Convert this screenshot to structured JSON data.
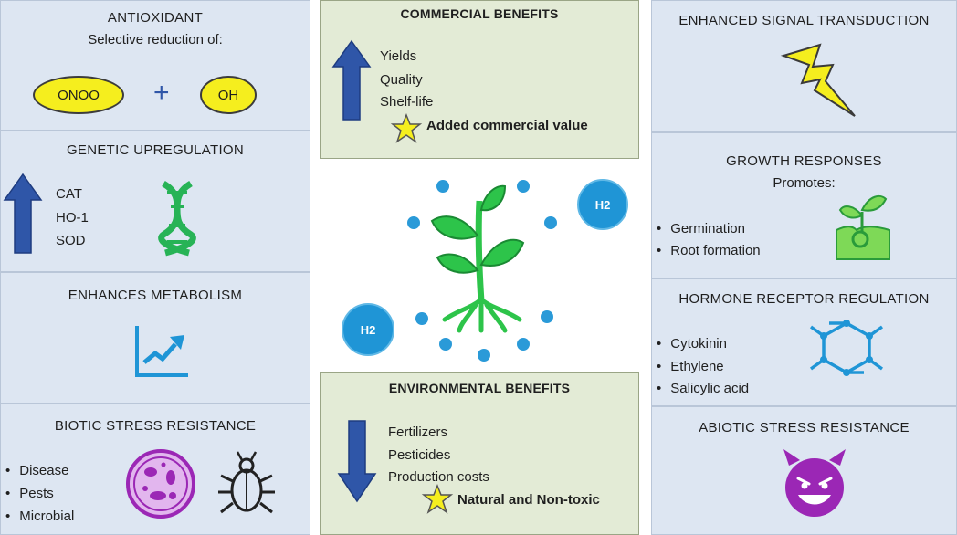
{
  "left": {
    "antioxidant": {
      "title": "ANTIOXIDANT",
      "subtitle": "Selective reduction of:",
      "species_a": "ONOO",
      "plus": "+",
      "species_b": "OH"
    },
    "genetic": {
      "title": "GENETIC UPREGULATION",
      "items": [
        "CAT",
        "HO-1",
        "SOD"
      ],
      "icon": "dna-icon"
    },
    "metabolism": {
      "title": "ENHANCES METABOLISM",
      "icon": "growth-chart-icon"
    },
    "biotic": {
      "title": "BIOTIC STRESS RESISTANCE",
      "items": [
        "Disease",
        "Pests",
        "Microbial"
      ],
      "icons": [
        "microbe-dish-icon",
        "beetle-icon"
      ]
    }
  },
  "center": {
    "commercial": {
      "title": "COMMERCIAL BENEFITS",
      "items": [
        "Yields",
        "Quality",
        "Shelf-life"
      ],
      "highlight": "Added commercial value"
    },
    "plant": {
      "h2_top": "H2",
      "h2_bottom": "H2",
      "icon": "plant-icon"
    },
    "environmental": {
      "title": "ENVIRONMENTAL BENEFITS",
      "items": [
        "Fertilizers",
        "Pesticides",
        "Production costs"
      ],
      "highlight": "Natural and Non-toxic"
    }
  },
  "right": {
    "signal": {
      "title": "ENHANCED SIGNAL TRANSDUCTION",
      "icon": "lightning-icon"
    },
    "growth": {
      "title": "GROWTH RESPONSES",
      "subtitle": "Promotes:",
      "items": [
        "Germination",
        "Root formation"
      ],
      "icon": "sprout-icon"
    },
    "hormone": {
      "title": "HORMONE RECEPTOR REGULATION",
      "items": [
        "Cytokinin",
        "Ethylene",
        "Salicylic acid"
      ],
      "icon": "molecule-icon"
    },
    "abiotic": {
      "title": "ABIOTIC STRESS RESISTANCE",
      "icon": "devil-face-icon"
    }
  },
  "colors": {
    "panel_bg": "#dde6f2",
    "green_box_bg": "#e3ebd6",
    "arrow_blue": "#2f56a8",
    "plant_green": "#2dc44a",
    "h2_blue": "#1f95d6",
    "yellow": "#f5ee1e",
    "purple": "#9b27b5"
  }
}
